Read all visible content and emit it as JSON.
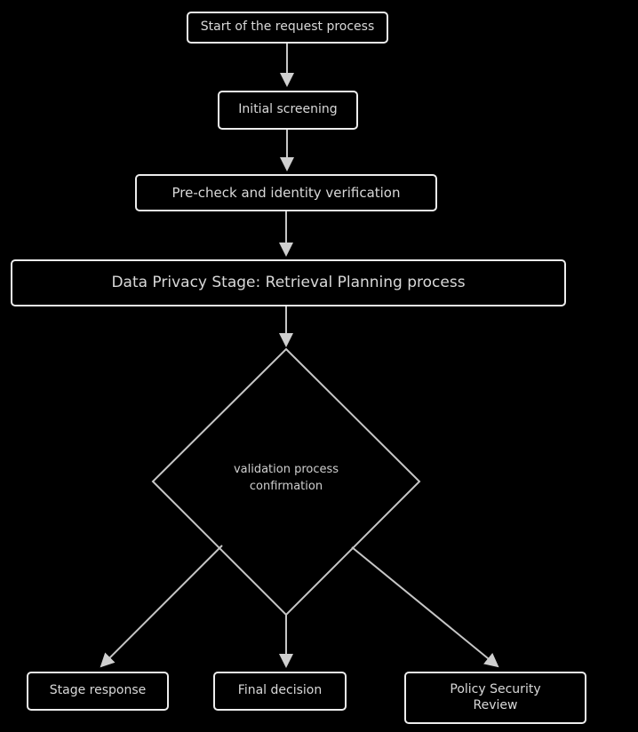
{
  "diagram": {
    "type": "flowchart",
    "colors": {
      "background": "#000000",
      "node_border": "#ededed",
      "node_fill": "#000000",
      "text": "#d9d9d9",
      "connector": "#c6c6c6"
    },
    "nodes": {
      "start": {
        "label": "Start of the request process"
      },
      "screening": {
        "label": "Initial screening"
      },
      "verification": {
        "label": "Pre-check and identity verification"
      },
      "privacy_stage": {
        "label": "Data Privacy Stage: Retrieval Planning process"
      },
      "decision": {
        "line1": "validation process",
        "line2": "confirmation"
      },
      "outcome_left": {
        "label": "Stage response"
      },
      "outcome_center": {
        "label": "Final decision"
      },
      "outcome_right": {
        "line1": "Policy Security",
        "line2": "Review"
      }
    },
    "connectors": [
      {
        "name": "start-to-screening",
        "direction": "down"
      },
      {
        "name": "screening-to-verification",
        "direction": "down"
      },
      {
        "name": "verification-to-privacy",
        "direction": "down"
      },
      {
        "name": "privacy-to-decision",
        "direction": "down"
      },
      {
        "name": "decision-to-outcome-left",
        "direction": "down-left"
      },
      {
        "name": "decision-to-outcome-center",
        "direction": "down"
      },
      {
        "name": "decision-to-outcome-right",
        "direction": "down-right"
      }
    ]
  }
}
